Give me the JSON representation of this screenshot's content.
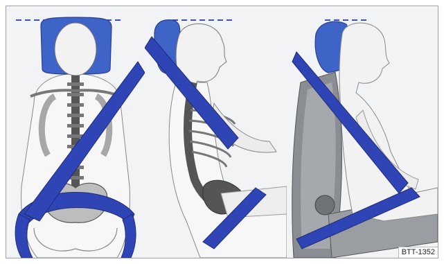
{
  "figure": {
    "id_label": "BTT-1352",
    "belt_color": "#2f45b5",
    "panels": [
      "rear-view",
      "side-view-skeleton",
      "side-view-seat"
    ]
  }
}
